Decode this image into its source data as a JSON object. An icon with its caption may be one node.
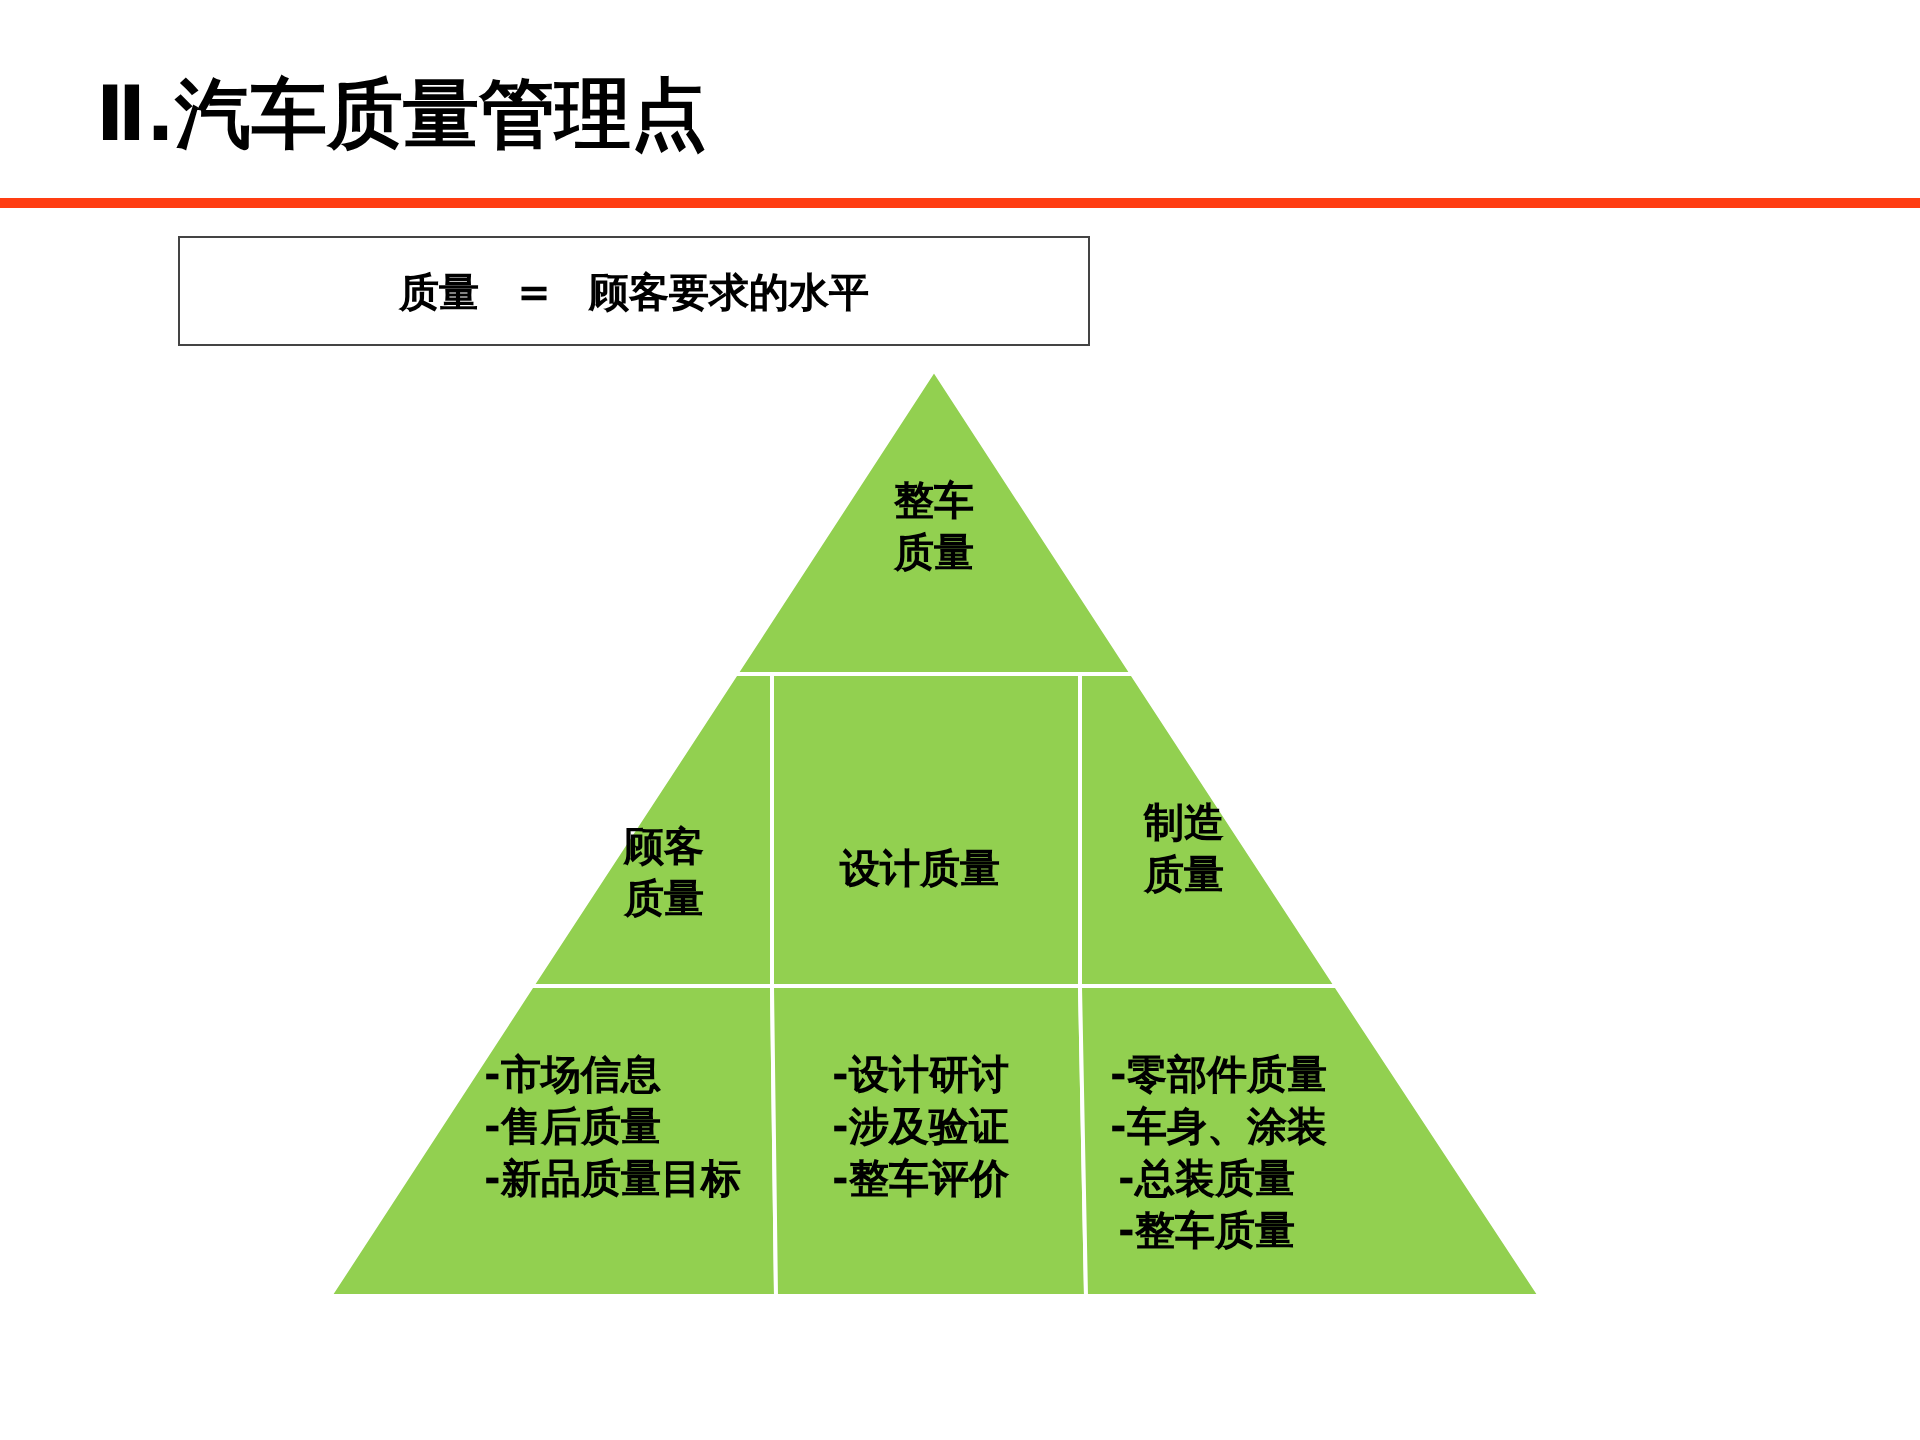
{
  "diagram": {
    "title": "Ⅱ.汽车质量管理点",
    "nodes": [
      {
        "text": [
          "质量 = 顾客要求的水平"
        ]
      },
      {
        "text": [
          "整车质量"
        ]
      },
      {
        "text": [
          "顾客质量"
        ]
      },
      {
        "text": [
          "设计质量"
        ]
      },
      {
        "text": [
          "制造质量"
        ]
      },
      {
        "text": [
          "-市场信息",
          "-售后质量",
          "-新品质量目标"
        ]
      },
      {
        "text": [
          "-设计研讨",
          "-涉及验证",
          "-整车评价"
        ]
      },
      {
        "text": [
          "-零部件质量",
          "-车身、涂装",
          "-总装质量",
          "-整车质量"
        ]
      }
    ],
    "edges": []
  }
}
